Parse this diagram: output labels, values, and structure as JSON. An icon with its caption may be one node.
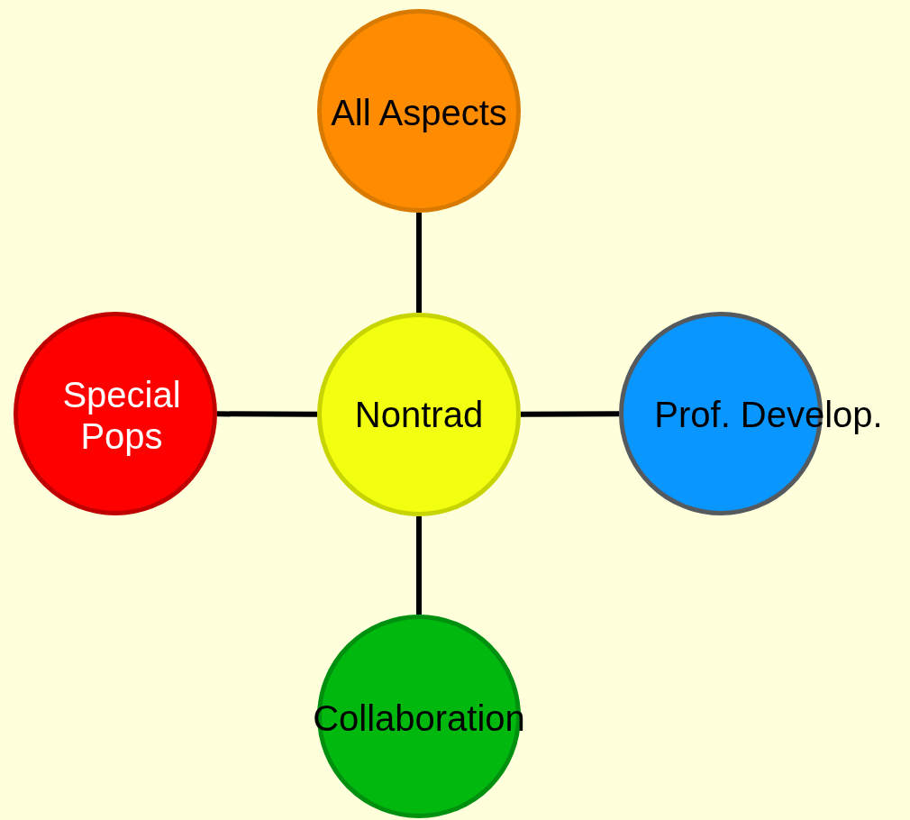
{
  "diagram": {
    "nodes": [
      {
        "text": [
          "All Aspects"
        ]
      },
      {
        "text": [
          "Special Pops"
        ]
      },
      {
        "text": [
          "Nontrad"
        ]
      },
      {
        "text": [
          "Prof. Develop."
        ]
      },
      {
        "text": [
          "Collaboration"
        ]
      }
    ],
    "edges": [
      {
        "from": 2,
        "to": 0,
        "arrow": "none"
      },
      {
        "from": 2,
        "to": 1,
        "arrow": "none"
      },
      {
        "from": 2,
        "to": 3,
        "arrow": "none"
      },
      {
        "from": 2,
        "to": 4,
        "arrow": "none"
      }
    ]
  }
}
